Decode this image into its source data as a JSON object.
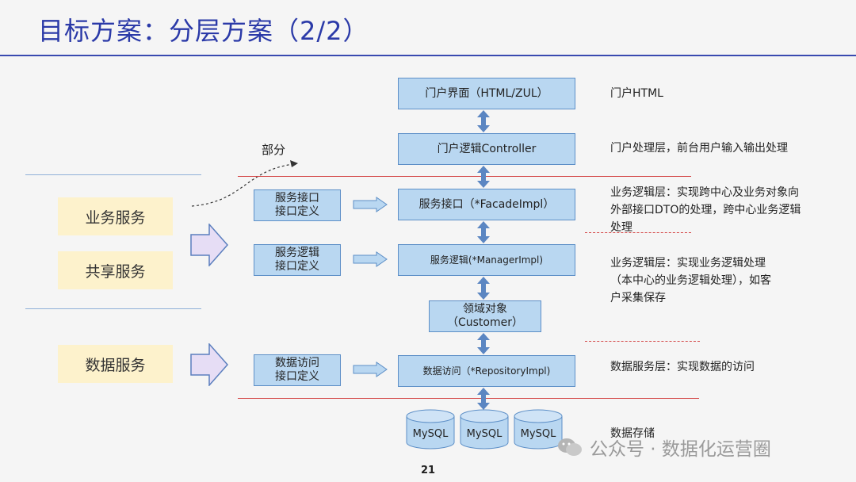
{
  "title": "目标方案：分层方案（2/2）",
  "left_services": {
    "business": "业务服务",
    "shared": "共享服务",
    "data": "数据服务"
  },
  "part_label": "部分",
  "def_boxes": {
    "service_interface": [
      "服务接口",
      "接口定义"
    ],
    "service_logic": [
      "服务逻辑",
      "接口定义"
    ],
    "data_access": [
      "数据访问",
      "接口定义"
    ]
  },
  "center_boxes": {
    "portal_ui": "门户界面（HTML/ZUL）",
    "portal_logic": "门户逻辑Controller",
    "facade": "服务接口（*FacadeImpl）",
    "manager": "服务逻辑(*ManagerImpl)",
    "domain": [
      "领域对象",
      "（Customer）"
    ],
    "repository": "数据访问（*RepositoryImpl)"
  },
  "db_labels": [
    "MySQL",
    "MySQL",
    "MySQL"
  ],
  "side_notes": {
    "portal_html": "门户HTML",
    "portal_layer": "门户处理层，前台用户输入输出处理",
    "biz_logic_1": [
      "业务逻辑层：实现跨中心及业务对象向",
      "外部接口DTO的处理，跨中心业务逻辑",
      "处理"
    ],
    "biz_logic_2": [
      "业务逻辑层：实现业务逻辑处理",
      "（本中心的业务逻辑处理），如客",
      "户采集保存"
    ],
    "data_layer": "数据服务层：实现数据的访问",
    "storage": "数据存储"
  },
  "page_number": "21",
  "watermark": "公众号 · 数据化运营圈",
  "colors": {
    "title": "#2b3aa8",
    "blue_box": "#b9d7f1",
    "service_box": "#fdf2cc",
    "red_line": "#d34545"
  }
}
